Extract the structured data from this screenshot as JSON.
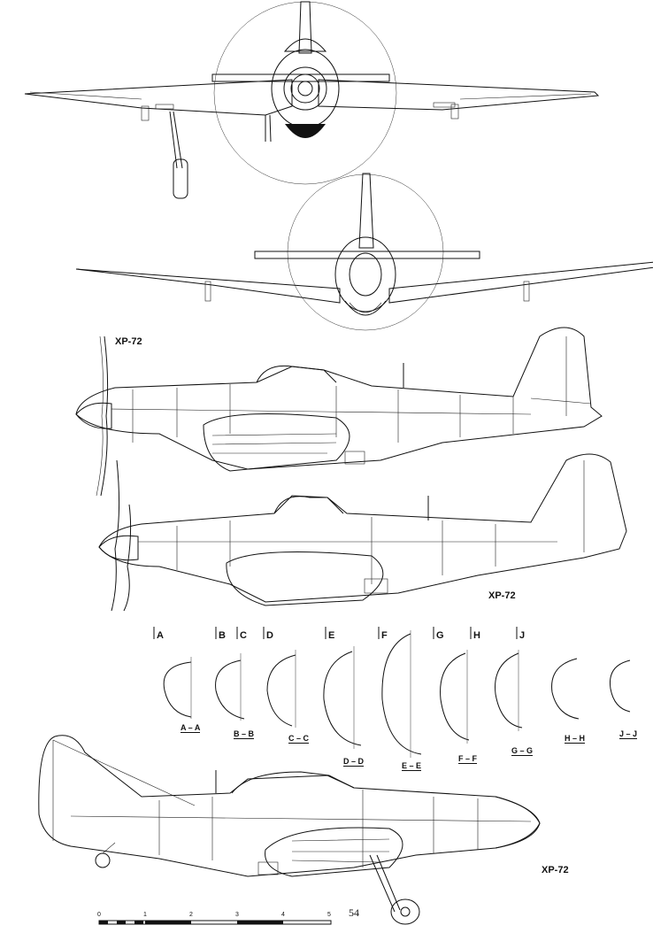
{
  "labels": {
    "side_view_1": "XP-72",
    "side_view_2": "XP-72",
    "side_view_3": "XP-72"
  },
  "section_markers": [
    "A",
    "B",
    "C",
    "D",
    "E",
    "F",
    "G",
    "H",
    "J"
  ],
  "section_captions": [
    "A – A",
    "B – B",
    "C – C",
    "D – D",
    "E – E",
    "F – F",
    "G – G",
    "H – H",
    "J – J"
  ],
  "scale_bar": {
    "ticks": [
      "0",
      "1",
      "2",
      "3",
      "4",
      "5"
    ]
  },
  "page_number": "54"
}
